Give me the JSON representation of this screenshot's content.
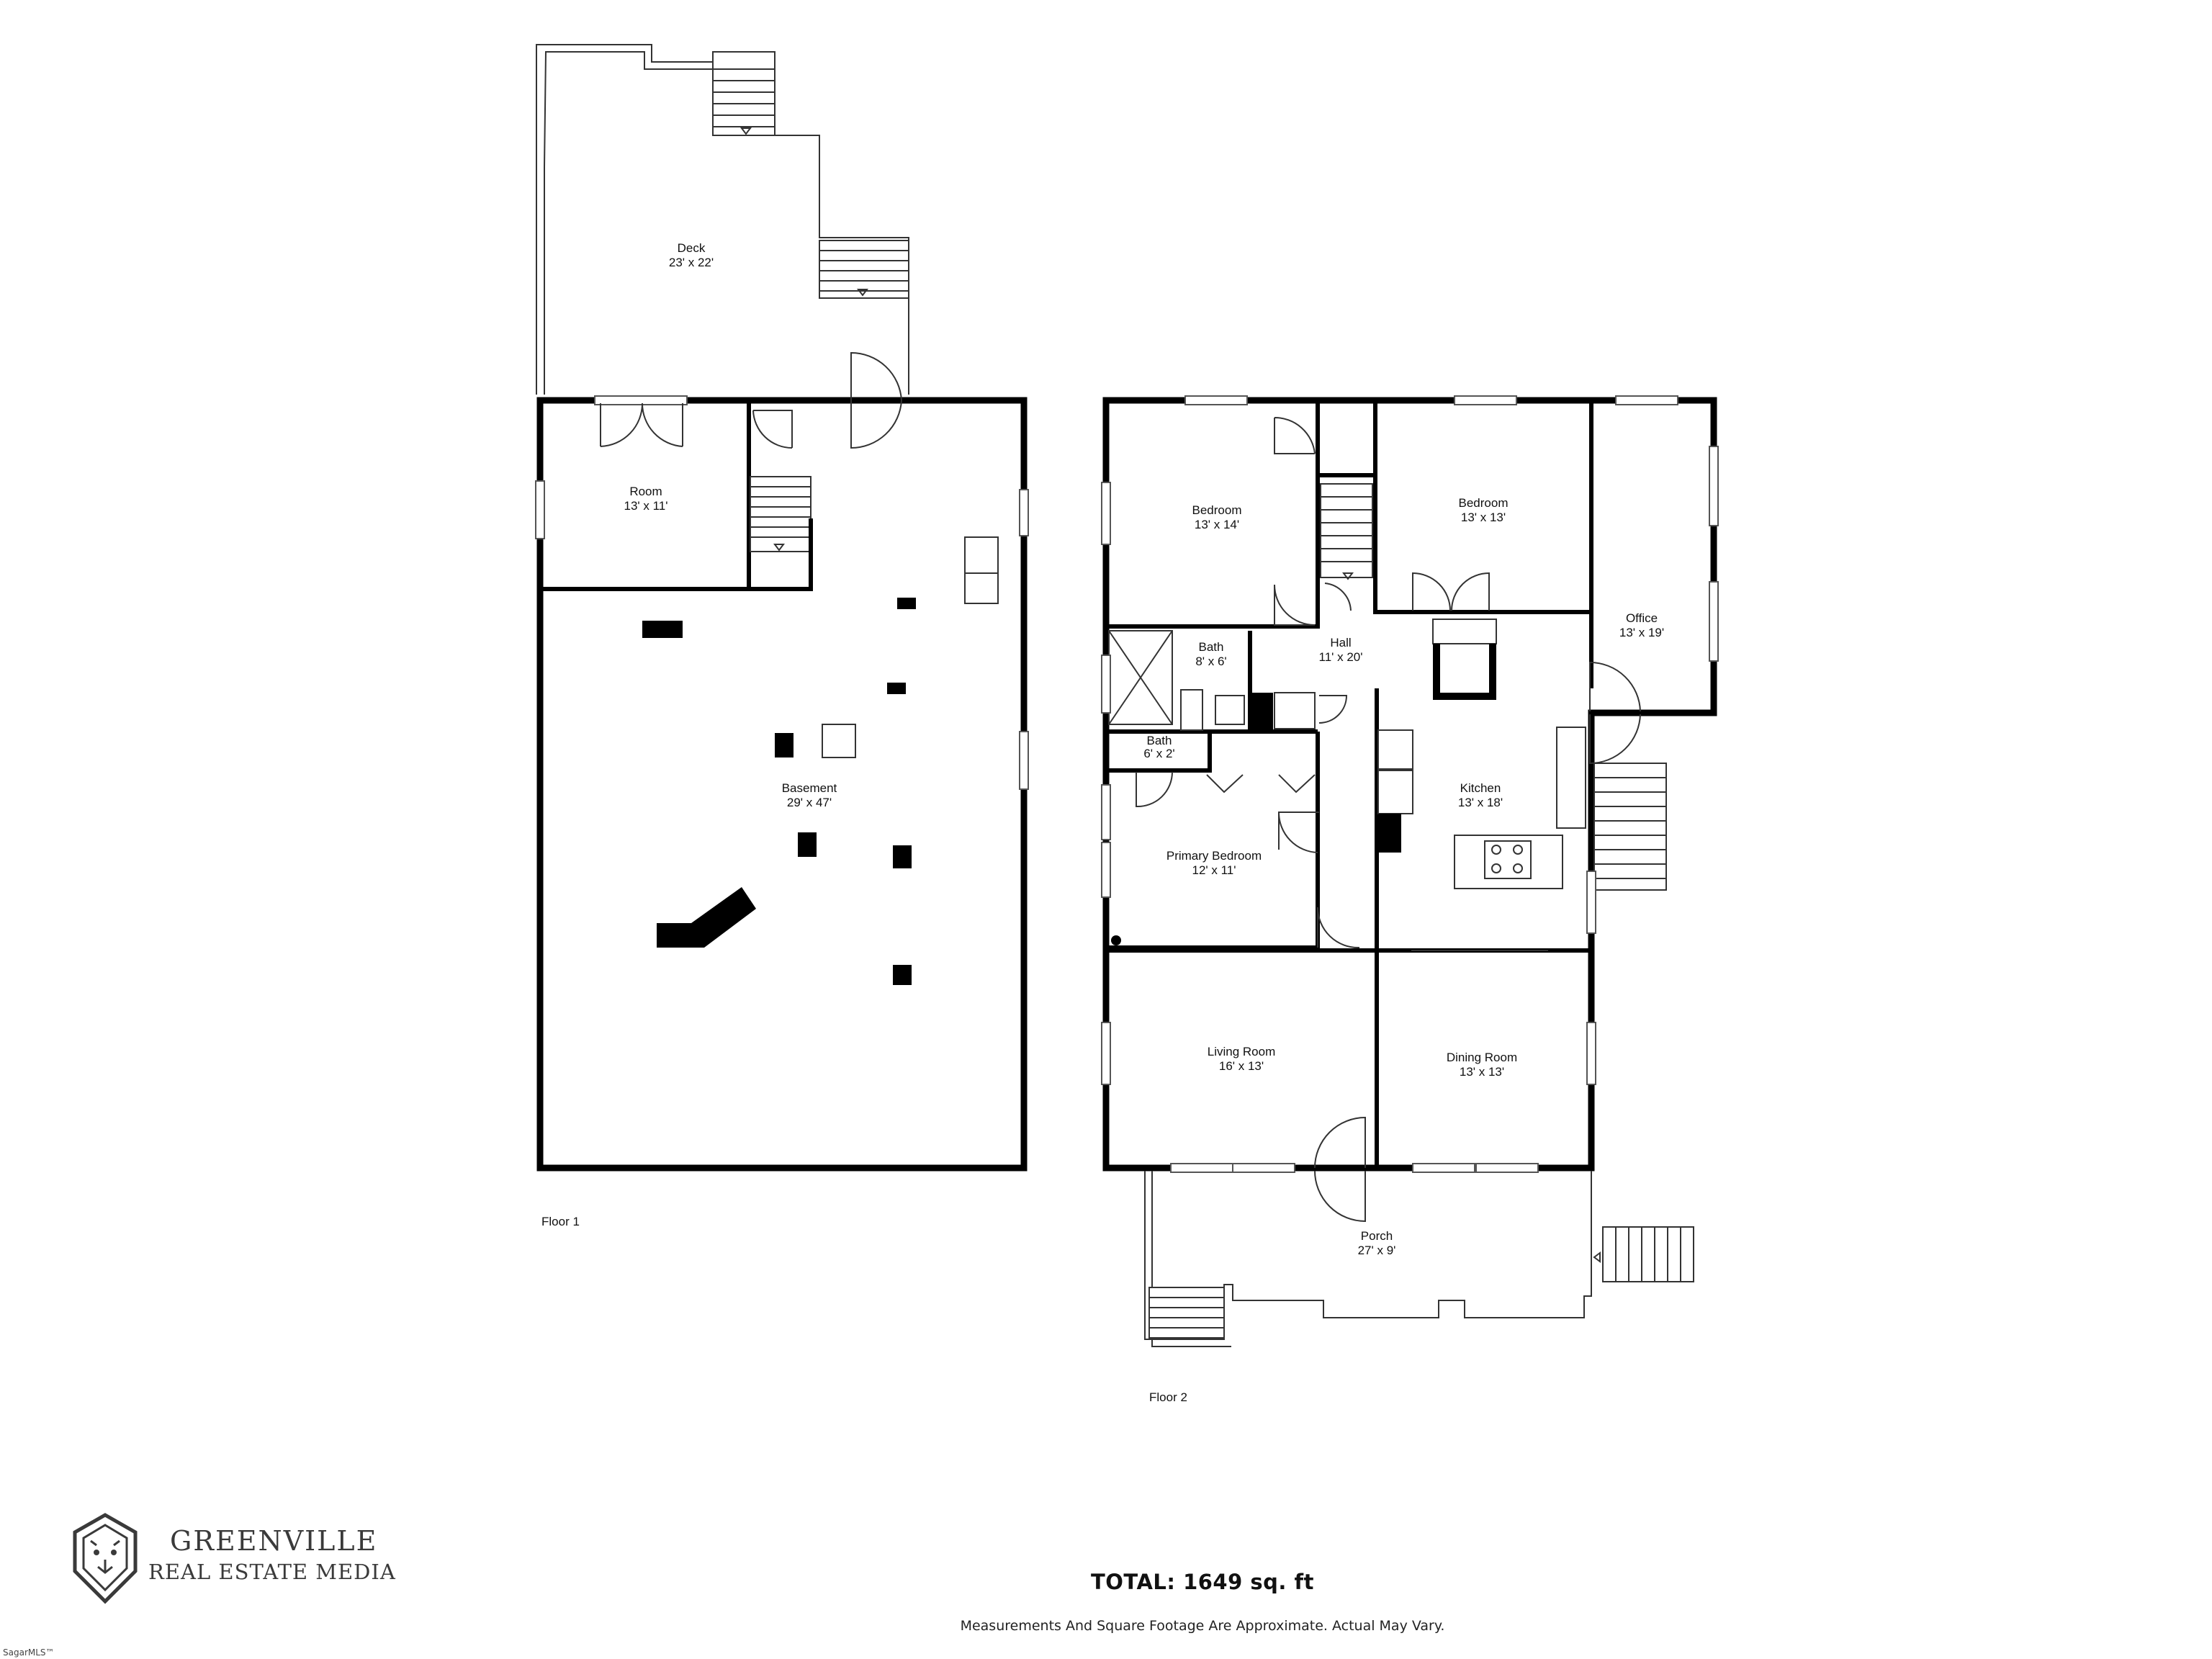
{
  "floors": [
    {
      "label": "Floor 1",
      "rooms": [
        {
          "name": "Deck",
          "dims": "23' x 22'"
        },
        {
          "name": "Room",
          "dims": "13' x 11'"
        },
        {
          "name": "Basement",
          "dims": "29' x 47'"
        }
      ]
    },
    {
      "label": "Floor 2",
      "rooms": [
        {
          "name": "Bedroom",
          "dims": "13' x 14'"
        },
        {
          "name": "Bedroom",
          "dims": "13' x 13'"
        },
        {
          "name": "Office",
          "dims": "13' x 19'"
        },
        {
          "name": "Hall",
          "dims": "11' x 20'"
        },
        {
          "name": "Bath",
          "dims": "8' x 6'"
        },
        {
          "name": "Bath",
          "dims": "6' x 2'"
        },
        {
          "name": "Kitchen",
          "dims": "13' x 18'"
        },
        {
          "name": "Primary Bedroom",
          "dims": "12' x 11'"
        },
        {
          "name": "Living Room",
          "dims": "16' x 13'"
        },
        {
          "name": "Dining Room",
          "dims": "13' x 13'"
        },
        {
          "name": "Porch",
          "dims": "27' x 9'"
        }
      ]
    }
  ],
  "total": "TOTAL: 1649 sq. ft",
  "disclaimer": "Measurements And Square Footage Are Approximate. Actual May Vary.",
  "brand": {
    "line1": "GREENVILLE",
    "line2": "REAL ESTATE MEDIA"
  },
  "watermark": "SagarMLS™",
  "colors": {
    "walls": "#000000",
    "background": "#ffffff",
    "brand": "#3a3a3a"
  }
}
